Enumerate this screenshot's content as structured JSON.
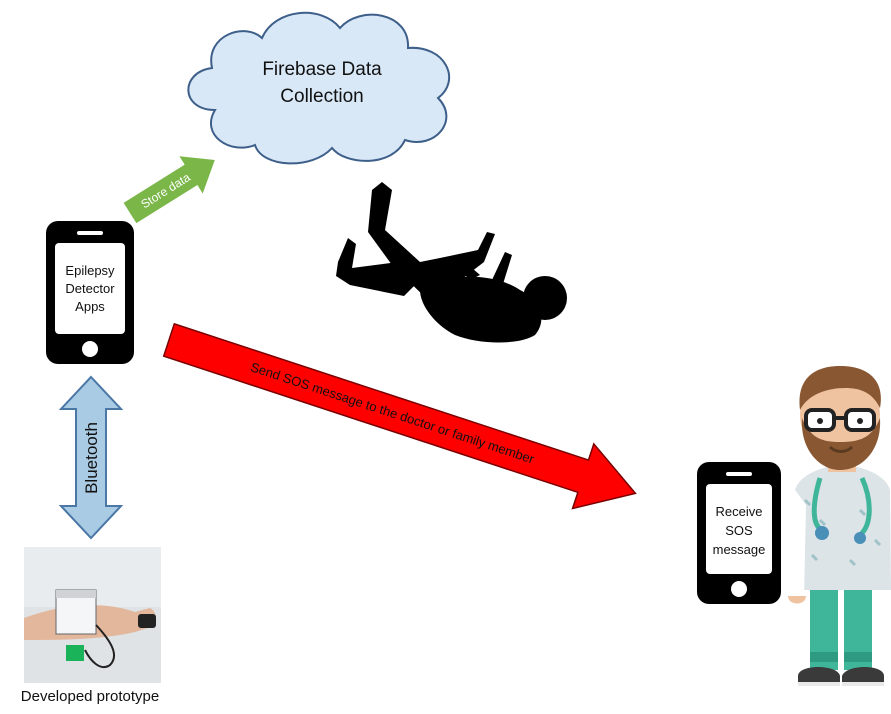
{
  "cloud": {
    "line1": "Firebase Data",
    "line2": "Collection",
    "fill": "#d9e8f7",
    "stroke": "#3d5f8a"
  },
  "store_arrow": {
    "label": "Store data",
    "fill": "#7ab648"
  },
  "phone_app": {
    "line1": "Epilepsy",
    "line2": "Detector",
    "line3": "Apps"
  },
  "bluetooth": {
    "label": "Bluetooth",
    "fill": "#a9cbe4",
    "stroke": "#4a77a6"
  },
  "sos_arrow": {
    "label": "Send SOS message to the doctor or family member",
    "fill": "#ff0000"
  },
  "phone_receiver": {
    "line1": "Receive",
    "line2": "SOS",
    "line3": "message"
  },
  "prototype": {
    "caption": "Developed prototype"
  }
}
